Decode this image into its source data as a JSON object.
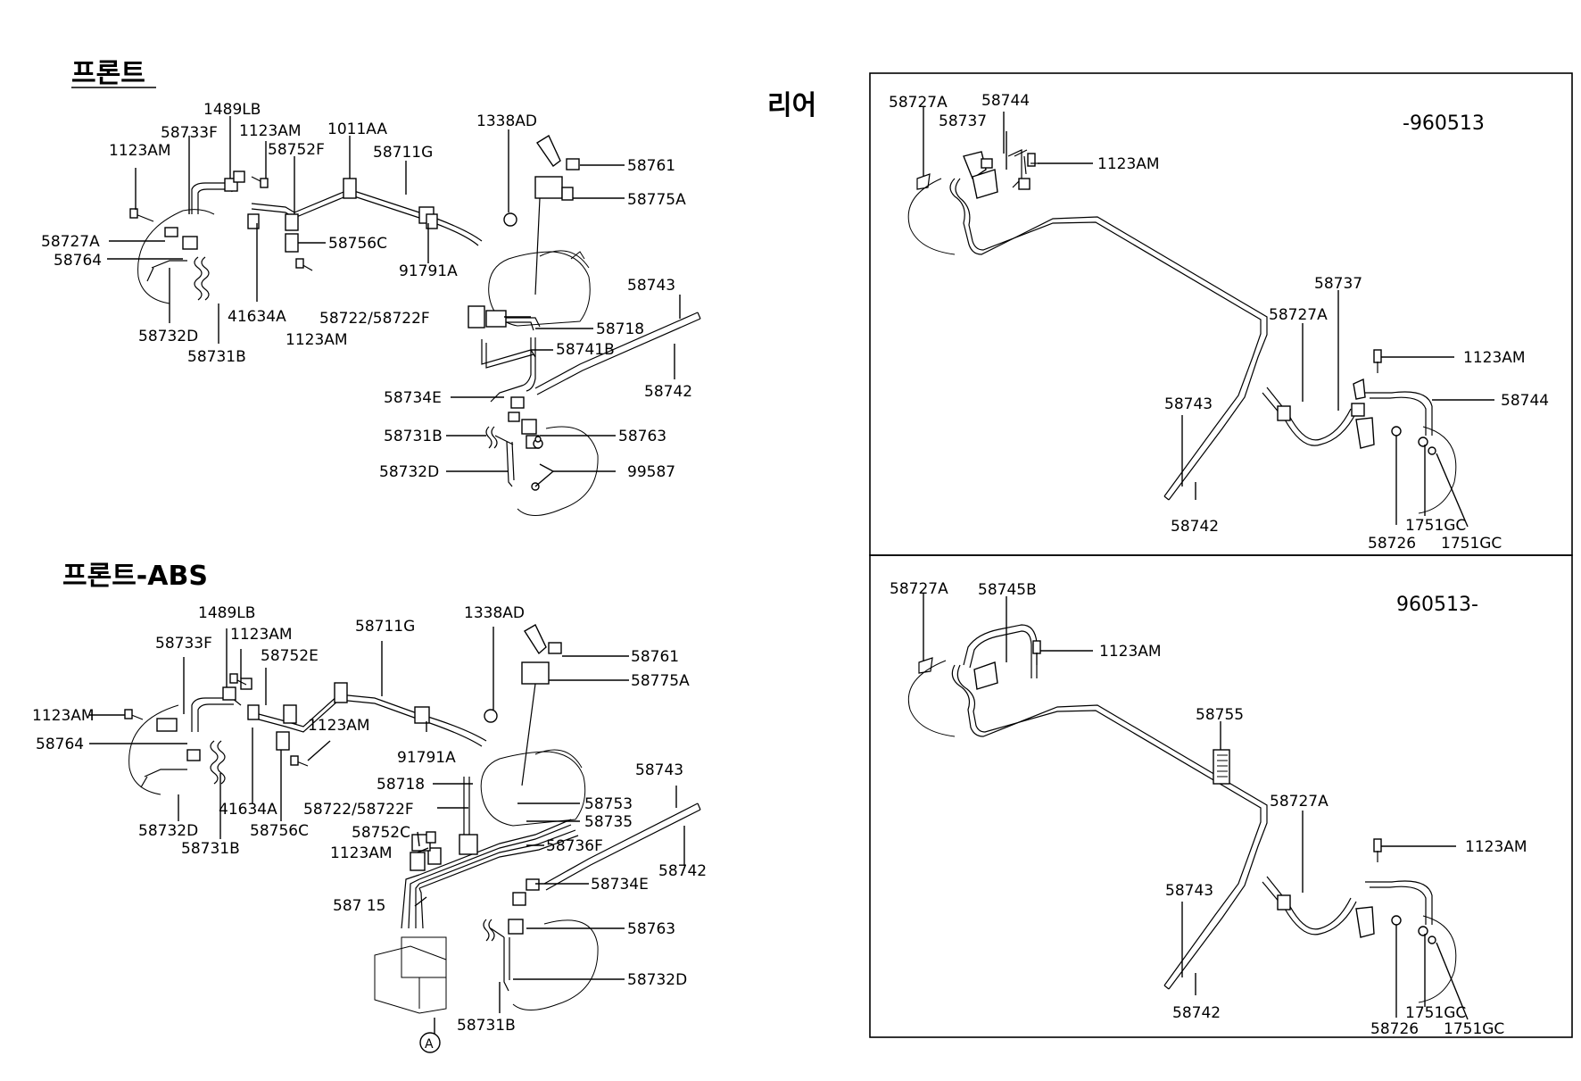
{
  "titles": {
    "front": "프론트",
    "front_abs": "프론트-ABS",
    "rear": "리어"
  },
  "rear_codes": {
    "upper": "-960513",
    "lower": "960513-"
  },
  "front_labels": {
    "l1123am_a": "1123AM",
    "l58733f": "58733F",
    "l1489lb": "1489LB",
    "l1123am_b": "1123AM",
    "l58752f": "58752F",
    "l1011aa": "1011AA",
    "l58711g": "58711G",
    "l1338ad": "1338AD",
    "l58761": "58761",
    "l58775a": "58775A",
    "l58727a": "58727A",
    "l58764": "58764",
    "l58756c": "58756C",
    "l91791a": "91791A",
    "l58743": "58743",
    "l41634a": "41634A",
    "l58722": "58722/58722F",
    "l58718": "58718",
    "l58732d": "58732D",
    "l1123am_c": "1123AM",
    "l58741b": "58741B",
    "l58731b": "58731B",
    "l58742": "58742",
    "l58734e": "58734E",
    "l58731b_2": "58731B",
    "l58763": "58763",
    "l58732d_2": "58732D",
    "l99587": "99587"
  },
  "abs_labels": {
    "l1489lb": "1489LB",
    "l58711g": "58711G",
    "l1338ad": "1338AD",
    "l58733f": "58733F",
    "l1123am_a": "1123AM",
    "l58761": "58761",
    "l58752e": "58752E",
    "l58775a": "58775A",
    "l1123am_b": "1123AM",
    "l1123am_c": "1123AM",
    "l58764": "58764",
    "l91791a": "91791A",
    "l58743": "58743",
    "l58718": "58718",
    "l41634a": "41634A",
    "l58722": "58722/58722F",
    "l58753": "58753",
    "l58732d": "58732D",
    "l58756c": "58756C",
    "l58735": "58735",
    "l58731b": "58731B",
    "l58752c": "58752C",
    "l58736f": "58736F",
    "l1123am_d": "1123AM",
    "l58742": "58742",
    "l58734e": "58734E",
    "l58715": "587 15",
    "l58763": "58763",
    "l58732d_2": "58732D",
    "l58731b_2": "58731B",
    "circle_a": "A"
  },
  "rear_upper_labels": {
    "l58727a": "58727A",
    "l58744": "58744",
    "l58737": "58737",
    "l1123am": "1123AM",
    "l58737_2": "58737",
    "l58727a_2": "58727A",
    "l1123am_2": "1123AM",
    "l58743": "58743",
    "l58744_2": "58744",
    "l58742": "58742",
    "l1751gc": "1751GC",
    "l58726": "58726",
    "l1751gc_2": "1751GC"
  },
  "rear_lower_labels": {
    "l58727a": "58727A",
    "l58745b": "58745B",
    "l1123am": "1123AM",
    "l58755": "58755",
    "l58727a_2": "58727A",
    "l1123am_2": "1123AM",
    "l58743": "58743",
    "l58742": "58742",
    "l1751gc": "1751GC",
    "l58726": "58726",
    "l1751gc_2": "1751GC"
  }
}
